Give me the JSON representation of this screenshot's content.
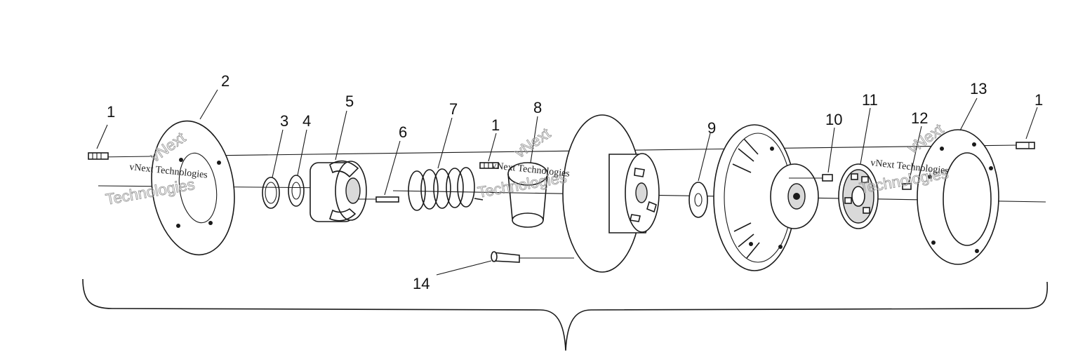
{
  "callouts": {
    "c1a": "1",
    "c2": "2",
    "c3": "3",
    "c4": "4",
    "c5": "5",
    "c6": "6",
    "c7": "7",
    "c1b": "1",
    "c8": "8",
    "c9": "9",
    "c10": "10",
    "c11": "11",
    "c12": "12",
    "c13": "13",
    "c1c": "1",
    "c14": "14"
  },
  "watermark": {
    "line1": "vNext Technologies",
    "line2": "Technologies",
    "line3": "vNext"
  }
}
